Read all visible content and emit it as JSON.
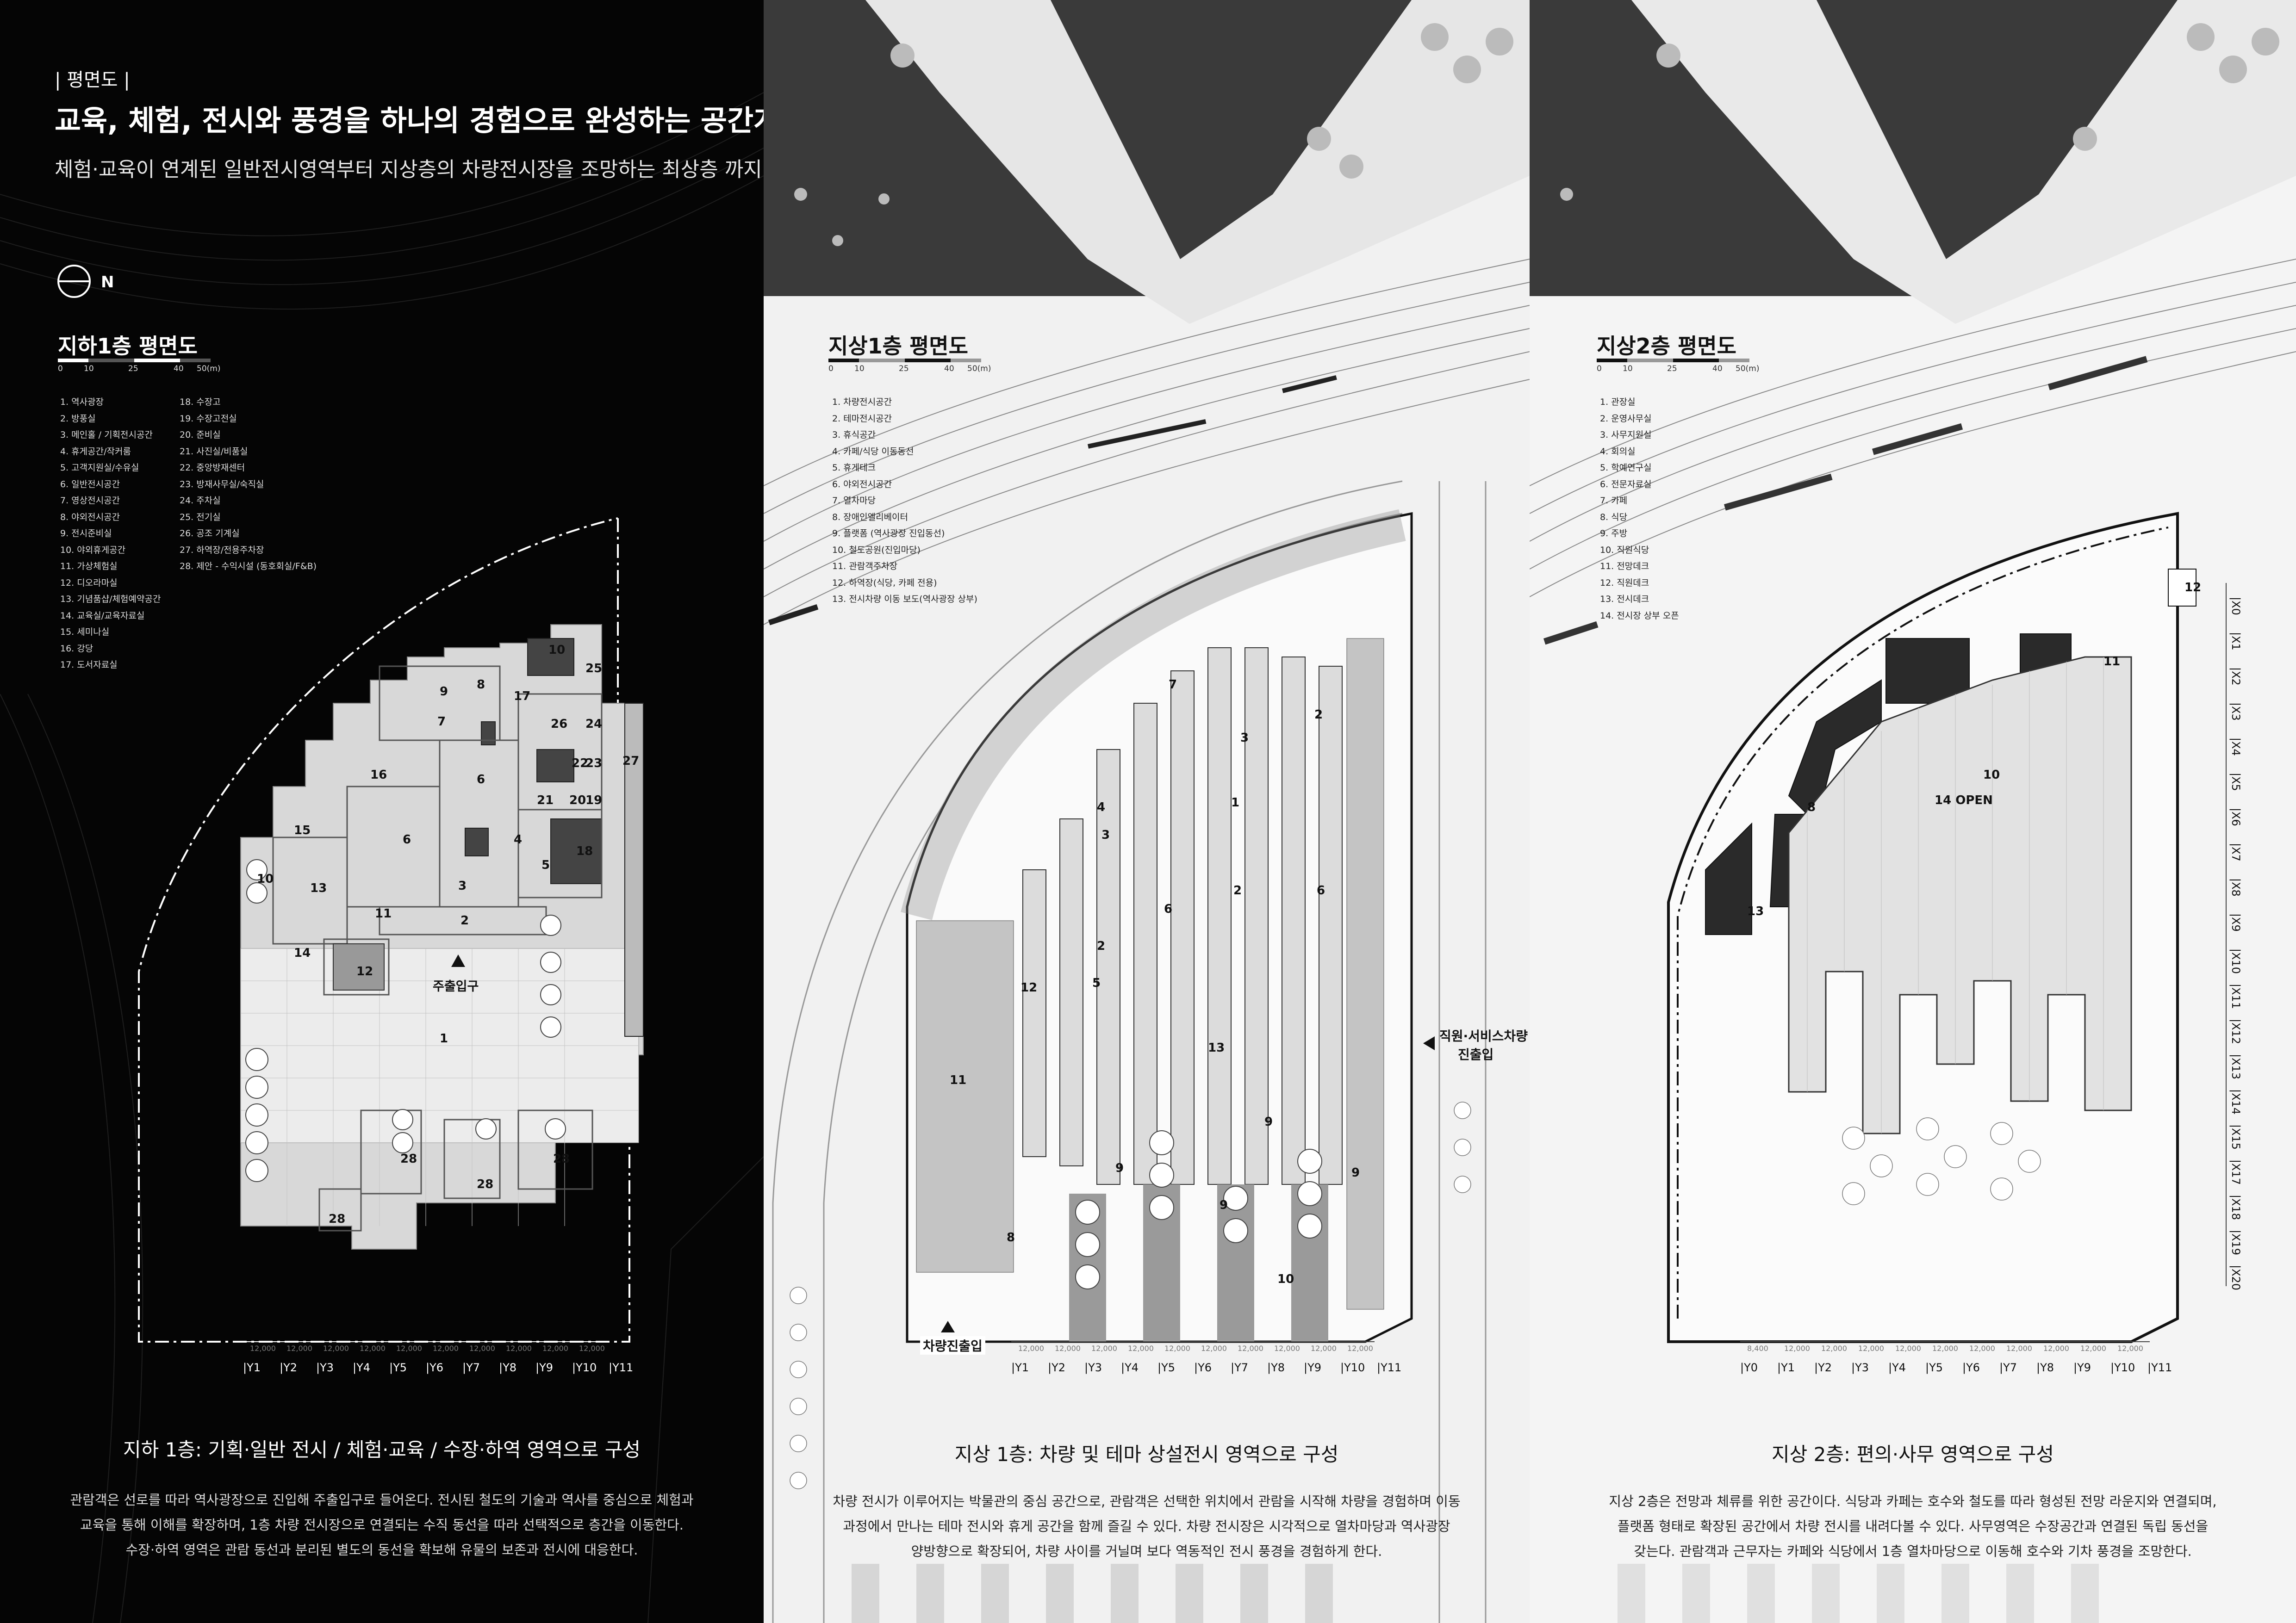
{
  "header": {
    "section_tag": "| 평면도 |",
    "main_title": "교육, 체험, 전시와 풍경을 하나의 경험으로 완성하는 공간계획",
    "subtitle": "체험·교육이 연계된 일반전시영역부터 지상층의 차량전시장을 조망하는 최상층 까지 물리적, 시각적으로 긴밀한 관계성을 가지고 조직되었다."
  },
  "compass": {
    "label": "N"
  },
  "scale_bar": {
    "ticks": [
      "0",
      "10",
      "25",
      "40",
      "50(m)"
    ]
  },
  "colors": {
    "panel_dark": "#050505",
    "panel_light": "#f1f1f1",
    "text_light": "#ffffff",
    "text_dark": "#111111"
  },
  "basement": {
    "title": "지하1층 평면도",
    "legend_col1": [
      "1. 역사광장",
      "2. 방풍실",
      "3. 메인홀 / 기획전시공간",
      "4. 휴게공간/작커룸",
      "5. 고객지원실/수유실",
      "6. 일반전시공간",
      "7. 영상전시공간",
      "8. 야외전시공간",
      "9. 전시준비실",
      "10. 야외휴게공간",
      "11. 가상체험실",
      "12. 디오라마실",
      "13. 기념품샵/체험예약공간",
      "14. 교육실/교육자료실",
      "15. 세미나실",
      "16. 강당",
      "17. 도서자료실"
    ],
    "legend_col2": [
      "18. 수장고",
      "19. 수장고전실",
      "20. 준비실",
      "21. 사진실/비품실",
      "22. 중앙방재센터",
      "23. 방재사무실/숙직실",
      "24. 주차실",
      "25. 전기실",
      "26. 공조 기계실",
      "27. 하역장/전용주차장",
      "28. 제안 - 수익시설 (동호회실/F&B)"
    ],
    "room_labels": [
      "1",
      "2",
      "3",
      "4",
      "5",
      "6",
      "6",
      "7",
      "8",
      "9",
      "10",
      "10",
      "11",
      "12",
      "13",
      "14",
      "15",
      "16",
      "17",
      "18",
      "19",
      "20",
      "21",
      "22",
      "23",
      "24",
      "25",
      "26",
      "27",
      "28",
      "28",
      "28",
      "28"
    ],
    "entrance": "주출입구",
    "grid_axes": [
      "Y1",
      "Y2",
      "Y3",
      "Y4",
      "Y5",
      "Y6",
      "Y7",
      "Y8",
      "Y9",
      "Y10",
      "Y11"
    ],
    "grid_dims": [
      "12,000",
      "12,000",
      "12,000",
      "12,000",
      "12,000",
      "12,000",
      "12,000",
      "12,000",
      "12,000",
      "12,000"
    ],
    "caption": "지하 1층:  기획·일반 전시  /  체험·교육  /  수장·하역 영역으로 구성",
    "description": [
      "관람객은 선로를 따라 역사광장으로 진입해 주출입구로 들어온다. 전시된 철도의 기술과 역사를 중심으로  체험과",
      "교육을 통해 이해를 확장하며, 1층 차량 전시장으로 연결되는 수직 동선을 따라 선택적으로 층간을 이동한다.",
      "수장·하역 영역은 관람 동선과 분리된 별도의 동선을 확보해 유물의 보존과 전시에 대응한다."
    ]
  },
  "ground": {
    "title": "지상1층 평면도",
    "legend": [
      "1. 차량전시공간",
      "2. 테마전시공간",
      "3. 휴식공간",
      "4. 카페/식당 이동동선",
      "5. 휴게테크",
      "6. 야외전시공간",
      "7. 열차마당",
      "8. 장애인엘리베이터",
      "9. 플랫폼 (역사광장 진입동선)",
      "10. 철도공원(진입마당)",
      "11. 관람객주차장",
      "12. 하역장(식당, 카페 전용)",
      "13. 전시차량 이동 보도(역사광장 상부)"
    ],
    "room_labels": [
      "1",
      "2",
      "2",
      "2",
      "3",
      "3",
      "4",
      "5",
      "6",
      "6",
      "7",
      "8",
      "9",
      "9",
      "9",
      "9",
      "10",
      "11",
      "12",
      "13"
    ],
    "service_entrance": [
      "직원·서비스차량",
      "진출입"
    ],
    "vehicle_entrance": "차량진출입",
    "grid_axes": [
      "Y1",
      "Y2",
      "Y3",
      "Y4",
      "Y5",
      "Y6",
      "Y7",
      "Y8",
      "Y9",
      "Y10",
      "Y11"
    ],
    "grid_dims": [
      "12,000",
      "12,000",
      "12,000",
      "12,000",
      "12,000",
      "12,000",
      "12,000",
      "12,000",
      "12,000",
      "12,000"
    ],
    "caption": "지상 1층:  차량 및 테마 상설전시 영역으로 구성",
    "description": [
      "차량 전시가 이루어지는 박물관의 중심 공간으로, 관람객은 선택한 위치에서 관람을 시작해 차량을 경험하며 이동",
      "과정에서 만나는 테마 전시와 휴게 공간을 함께 즐길 수 있다. 차량 전시장은 시각적으로 열차마당과 역사광장",
      "양방향으로 확장되어, 차량 사이를 거닐며 보다 역동적인 전시 풍경을 경험하게 한다."
    ]
  },
  "upper": {
    "title": "지상2층 평면도",
    "legend": [
      "1. 관장실",
      "2. 운영사무실",
      "3. 사무지원실",
      "4. 회의실",
      "5. 학예연구실",
      "6. 전문자료실",
      "7. 카페",
      "8. 식당",
      "9. 주방",
      "10. 직원식당",
      "11. 전망데크",
      "12. 직원데크",
      "13. 전시데크",
      "14. 전시장 상부 오픈"
    ],
    "room_labels": [
      "8",
      "10",
      "11",
      "12",
      "13",
      "14 OPEN"
    ],
    "grid_axes": [
      "Y0",
      "Y1",
      "Y2",
      "Y3",
      "Y4",
      "Y5",
      "Y6",
      "Y7",
      "Y8",
      "Y9",
      "Y10",
      "Y11"
    ],
    "grid_dims": [
      "8,400",
      "12,000",
      "12,000",
      "12,000",
      "12,000",
      "12,000",
      "12,000",
      "12,000",
      "12,000",
      "12,000",
      "12,000"
    ],
    "x_axes": [
      "X0",
      "X1",
      "X2",
      "X3",
      "X4",
      "X5",
      "X6",
      "X7",
      "X8",
      "X9",
      "X10",
      "X11",
      "X12",
      "X13",
      "X14",
      "X15",
      "X17",
      "X18",
      "X19",
      "X20"
    ],
    "caption": "지상 2층:  편의·사무 영역으로 구성",
    "description": [
      "지상 2층은 전망과 체류를 위한 공간이다. 식당과 카페는 호수와 철도를 따라 형성된 전망 라운지와 연결되며,",
      "플랫폼 형태로 확장된 공간에서 차량 전시를 내려다볼 수 있다. 사무영역은 수장공간과 연결된 독립 동선을",
      "갖는다. 관람객과 근무자는 카페와 식당에서 1층 열차마당으로 이동해 호수와 기차 풍경을 조망한다."
    ]
  }
}
